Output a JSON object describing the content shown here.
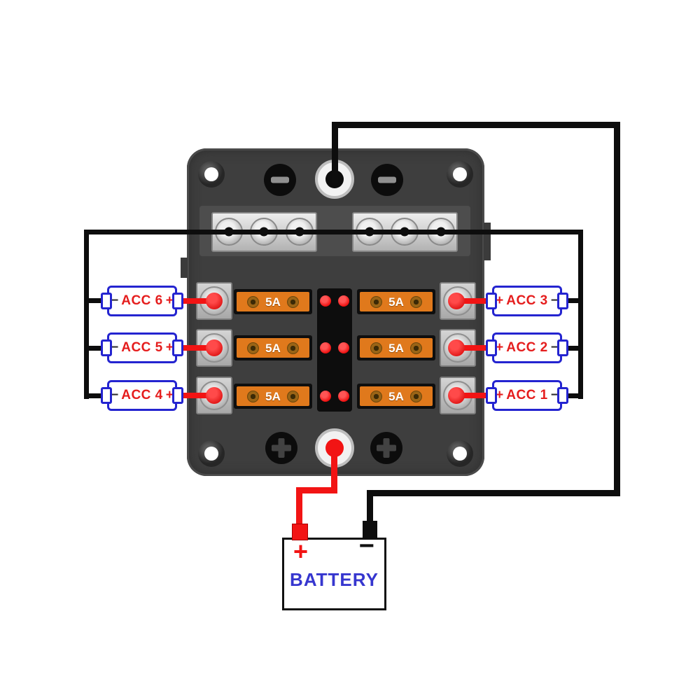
{
  "fuse_box": {
    "fuses": [
      {
        "rating": "5A"
      },
      {
        "rating": "5A"
      },
      {
        "rating": "5A"
      },
      {
        "rating": "5A"
      },
      {
        "rating": "5A"
      },
      {
        "rating": "5A"
      }
    ]
  },
  "acc_labels": {
    "left": [
      {
        "sign_left": "−",
        "name": "ACC 6",
        "sign_right": "+"
      },
      {
        "sign_left": "−",
        "name": "ACC 5",
        "sign_right": "+"
      },
      {
        "sign_left": "−",
        "name": "ACC 4",
        "sign_right": "+"
      }
    ],
    "right": [
      {
        "sign_left": "+",
        "name": "ACC 3",
        "sign_right": "−"
      },
      {
        "sign_left": "+",
        "name": "ACC 2",
        "sign_right": "−"
      },
      {
        "sign_left": "+",
        "name": "ACC 1",
        "sign_right": "−"
      }
    ]
  },
  "battery": {
    "name": "BATTERY",
    "positive_sign": "+",
    "negative_sign": "−"
  },
  "colors": {
    "wire_black": "#0d0d0d",
    "wire_red": "#f21414",
    "fuse_orange": "#e0791c",
    "label_border_blue": "#2424d0",
    "label_text_red": "#e51d1d",
    "sign_black": "#2e2e2e",
    "battery_text_blue": "#3636cf",
    "led_red": "#ee1111",
    "box_gray": "#3e3e3e"
  }
}
